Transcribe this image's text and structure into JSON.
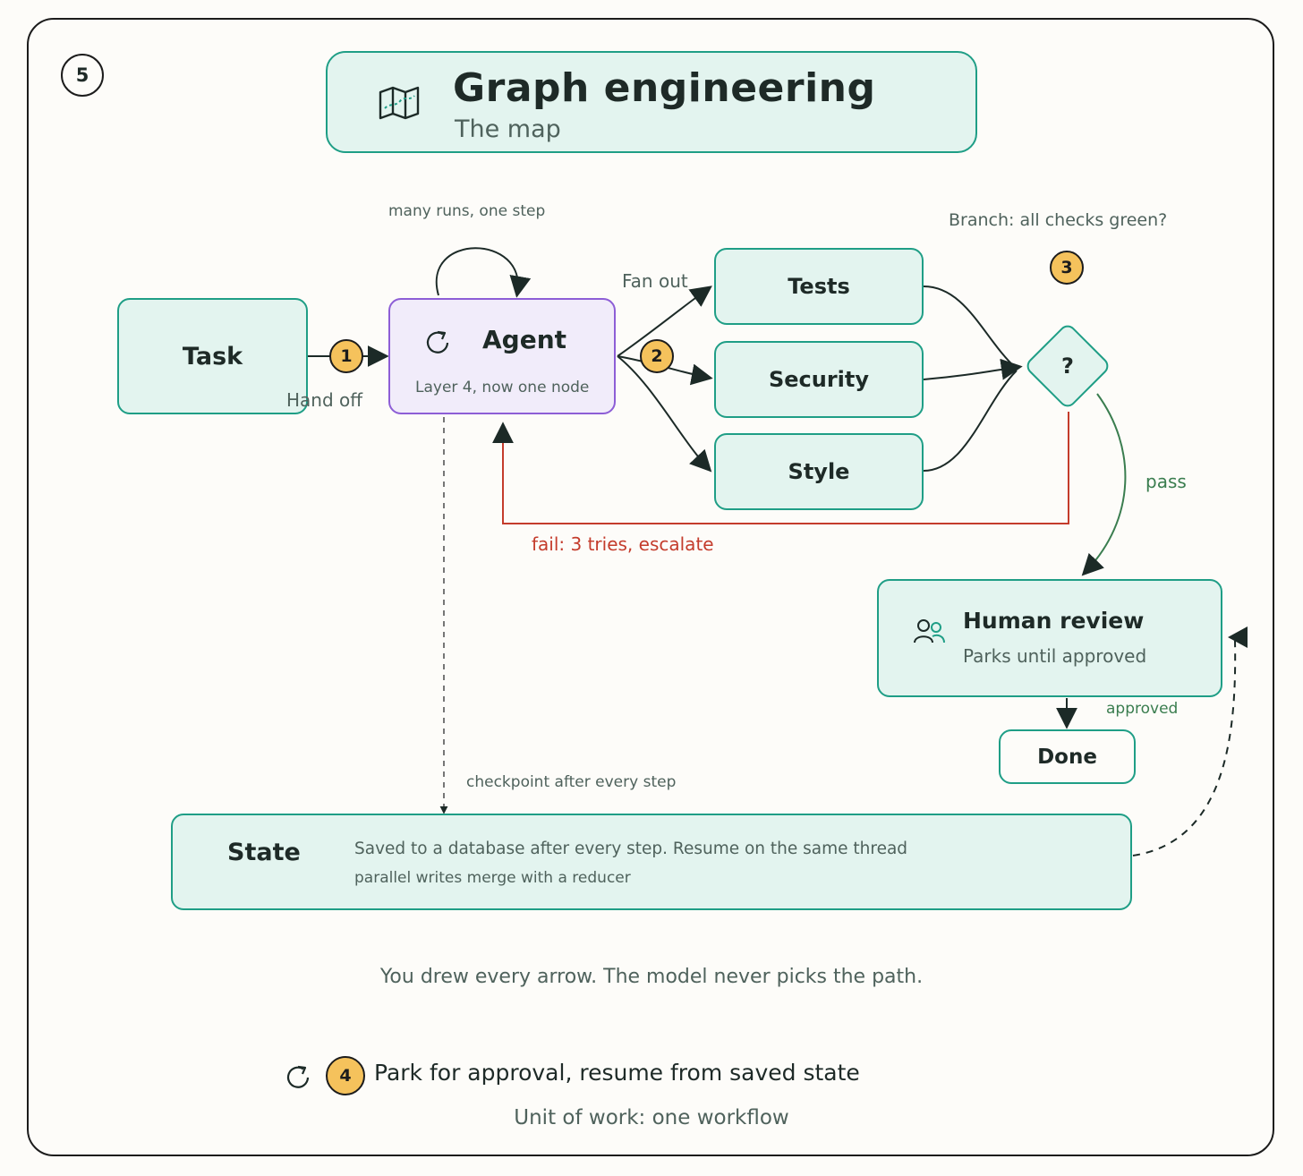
{
  "slide_number": "5",
  "title": {
    "heading": "Graph engineering",
    "subtitle": "The map",
    "icon": "map-icon"
  },
  "nodes": {
    "task": "Task",
    "agent": {
      "label": "Agent",
      "sublabel": "Layer 4, now one node",
      "icon": "refresh-icon"
    },
    "tests": "Tests",
    "security": "Security",
    "style": "Style",
    "decision": "?",
    "human_review": {
      "label": "Human review",
      "sublabel": "Parks until approved",
      "icon": "people-icon"
    },
    "done": "Done",
    "state": {
      "label": "State",
      "line1": "Saved to a database after every step. Resume on the same thread",
      "line2": "parallel writes merge with a reducer"
    }
  },
  "edge_labels": {
    "loop": "many runs, one step",
    "handoff": "Hand off",
    "fanout": "Fan out",
    "branch": "Branch: all checks green?",
    "pass": "pass",
    "fail": "fail: 3 tries, escalate",
    "approved": "approved",
    "checkpoint": "checkpoint after every step"
  },
  "badges": [
    "1",
    "2",
    "3",
    "4"
  ],
  "caption": "You drew every arrow. The model never picks the path.",
  "footer": {
    "step_text": "Park for approval, resume from saved state",
    "unit": "Unit of work: one workflow",
    "icon": "refresh-icon"
  },
  "colors": {
    "node_fill": "#e3f4ef",
    "node_border": "#1f9e86",
    "agent_fill": "#f1ecfa",
    "agent_border": "#8d5ed6",
    "badge": "#f5c25c",
    "fail": "#c43c2c",
    "pass": "#3a7d4f"
  }
}
